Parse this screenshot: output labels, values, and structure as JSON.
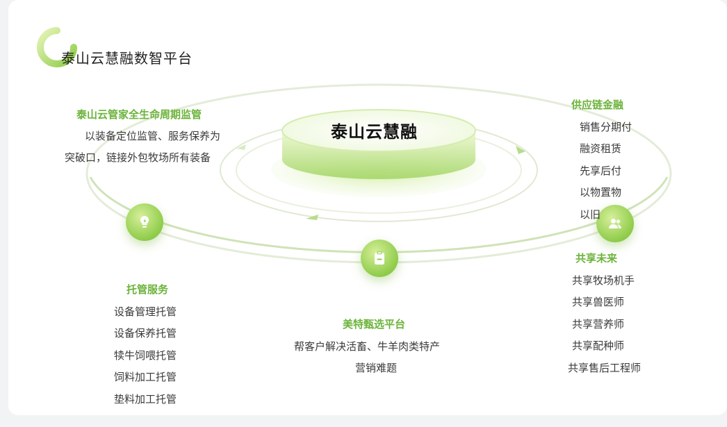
{
  "title": "泰山云慧融数智平台",
  "center_label": "泰山云慧融",
  "colors": {
    "accent": "#6bb33a",
    "light": "#d6ef9a"
  },
  "sections": {
    "lifecycle": {
      "heading": "泰山云管家全生命周期监管",
      "lines": [
        "以装备定位监管、服务保养为",
        "突破口，链接外包牧场所有装备"
      ]
    },
    "supply_chain": {
      "heading": "供应链金融",
      "lines": [
        "销售分期付",
        "融资租赁",
        "先享后付",
        "以物置物",
        "以旧"
      ]
    },
    "hosting": {
      "heading": "托管服务",
      "lines": [
        "设备管理托管",
        "设备保养托管",
        "犊牛饲喂托管",
        "饲料加工托管",
        "垫料加工托管"
      ]
    },
    "platform": {
      "heading": "美特甄选平台",
      "lines": [
        "帮客户解决活畜、牛羊肉类特产",
        "营销难题"
      ]
    },
    "sharing": {
      "heading": "共享未来",
      "lines": [
        "共享牧场机手",
        "共享兽医师",
        "共享营养师",
        "共享配种师",
        "共享售后工程师"
      ]
    }
  },
  "icons": [
    "lightbulb-icon",
    "clipboard-icon",
    "users-icon"
  ]
}
